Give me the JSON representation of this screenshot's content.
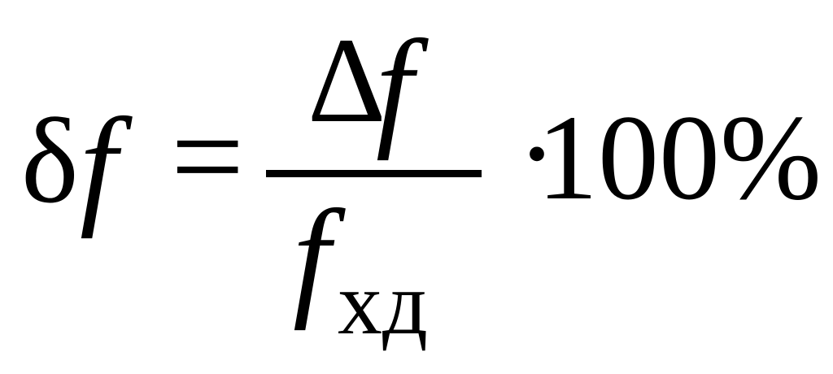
{
  "formula": {
    "lhs_symbol": "δ",
    "lhs_variable": "f",
    "equals": "=",
    "numerator_symbol": "Δ",
    "numerator_variable": "f",
    "denominator_variable": "f",
    "denominator_subscript": "хд",
    "multiply_dot": "·",
    "factor": "100%"
  }
}
